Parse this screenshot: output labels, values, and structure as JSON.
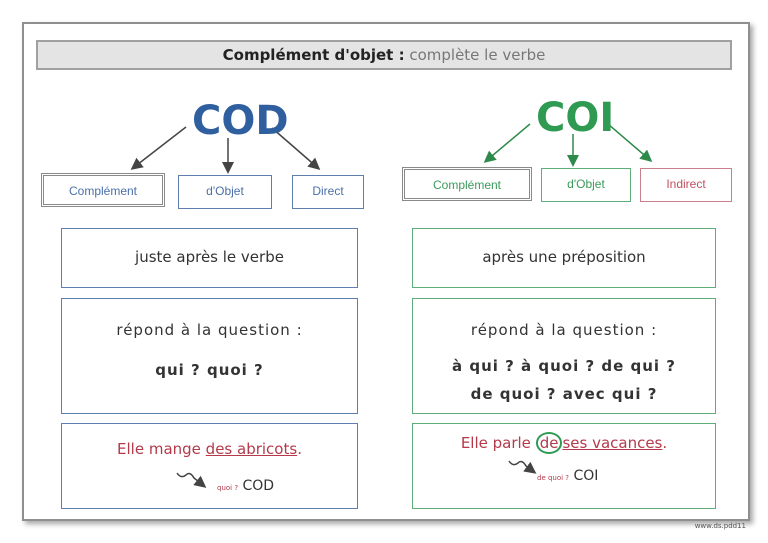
{
  "title": {
    "bold": "Complément d'objet :",
    "rest": " complète le verbe"
  },
  "cod": {
    "heading": "COD",
    "words": [
      "Complément",
      "d'Objet",
      "Direct"
    ],
    "position": "juste après le verbe",
    "question_label": "répond à la question :",
    "question": "qui ? quoi ?",
    "example_before": "Elle mange ",
    "example_object": "des abricots",
    "example_after": ".",
    "tag_small": "quoi ?",
    "tag": "COD"
  },
  "coi": {
    "heading": "COI",
    "words": [
      "Complément",
      "d'Objet",
      "Indirect"
    ],
    "position": "après une préposition",
    "question_label": "répond à la question :",
    "question_line1": "à qui ? à quoi ? de qui ?",
    "question_line2": "de quoi ? avec qui ?",
    "example_before": "Elle parle ",
    "example_prep": "de",
    "example_object": "ses vacances",
    "example_after": ".",
    "tag_small": "de quoi ?",
    "tag": "COI"
  },
  "credit": "www.ds.pdd11",
  "colors": {
    "cod": "#2f5f9f",
    "coi": "#2e9a52",
    "example": "#b23a4a"
  }
}
